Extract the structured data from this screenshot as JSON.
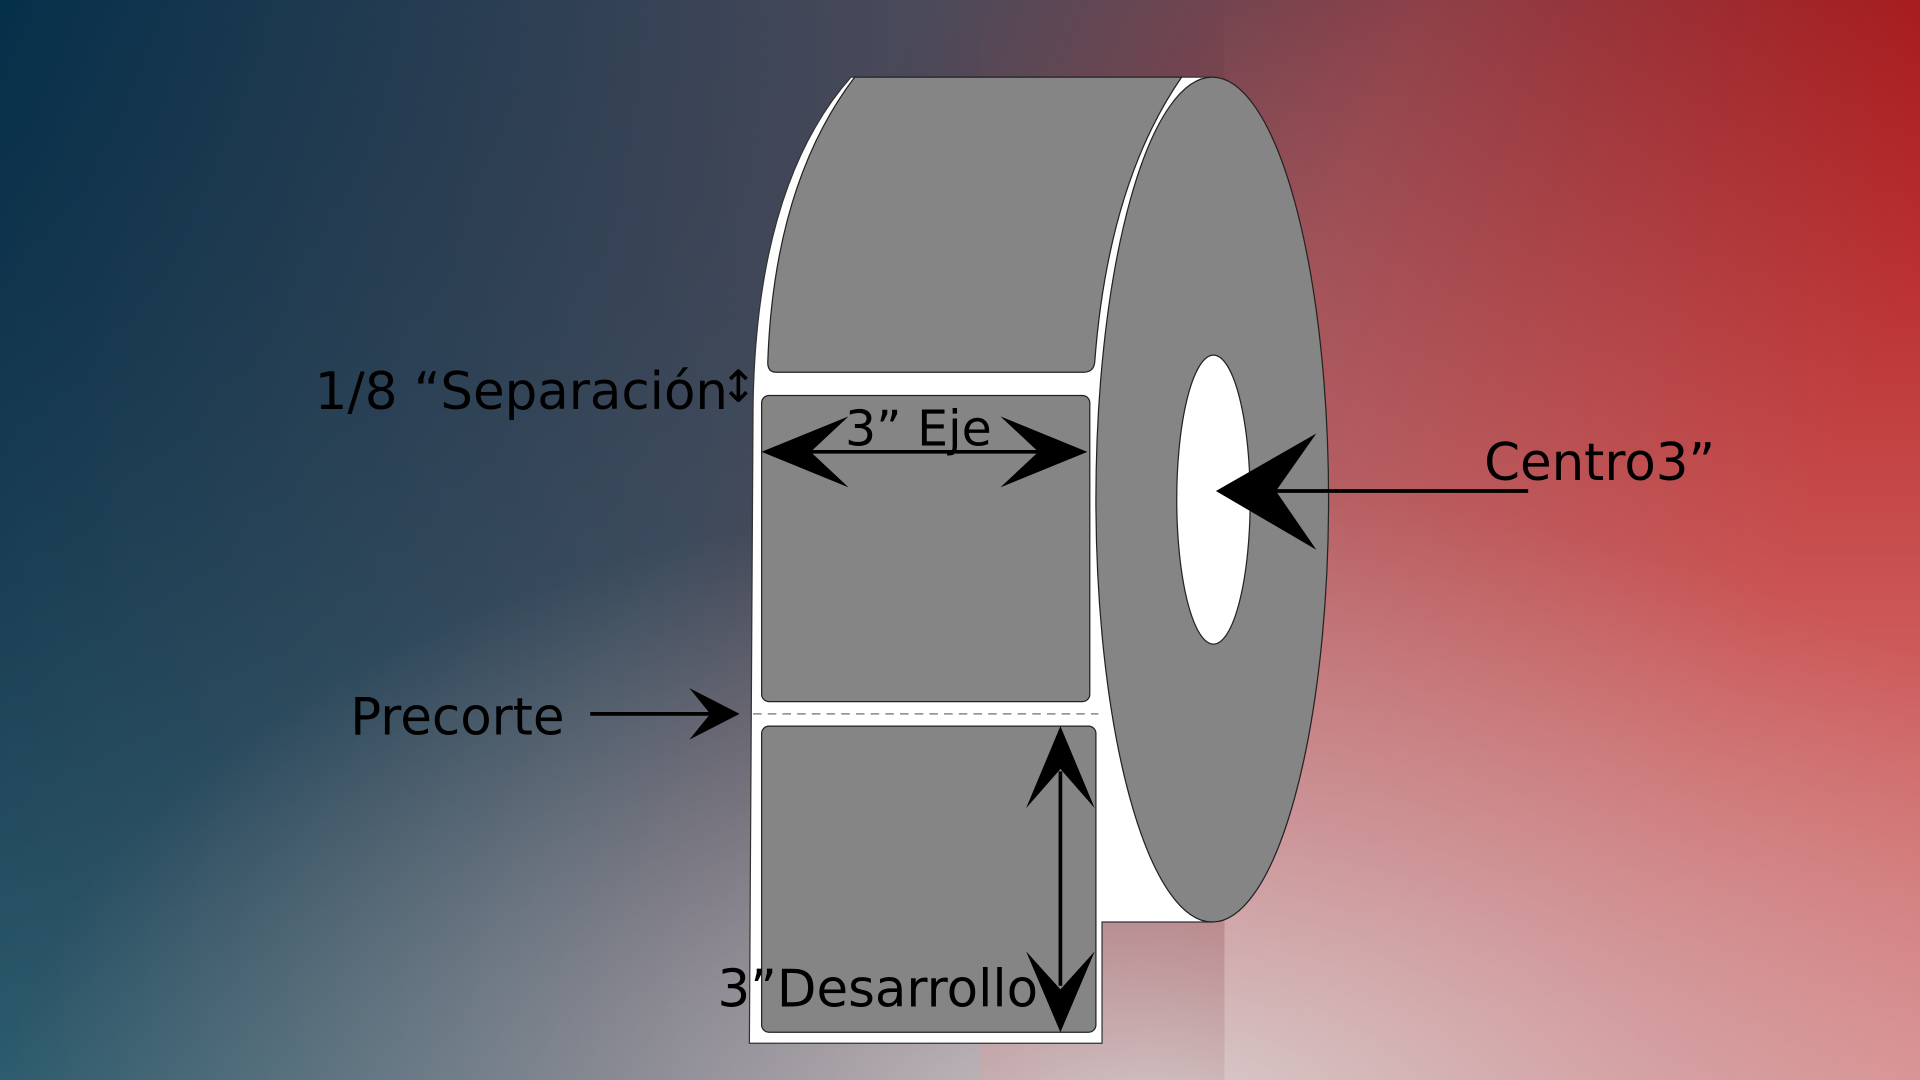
{
  "diagram": {
    "labels": {
      "gap": "1/8 “Separación",
      "gap_icon": "↕",
      "width": "3” Eje",
      "core": "Centro3”",
      "perforation": "Precorte",
      "length": "3”Desarrollo"
    },
    "colors": {
      "label": "#858585",
      "liner": "#ffffff",
      "bg_top_left": "#032a44",
      "bg_top_right": "#a81312",
      "bg_bottom": "#b9c0c4"
    }
  }
}
